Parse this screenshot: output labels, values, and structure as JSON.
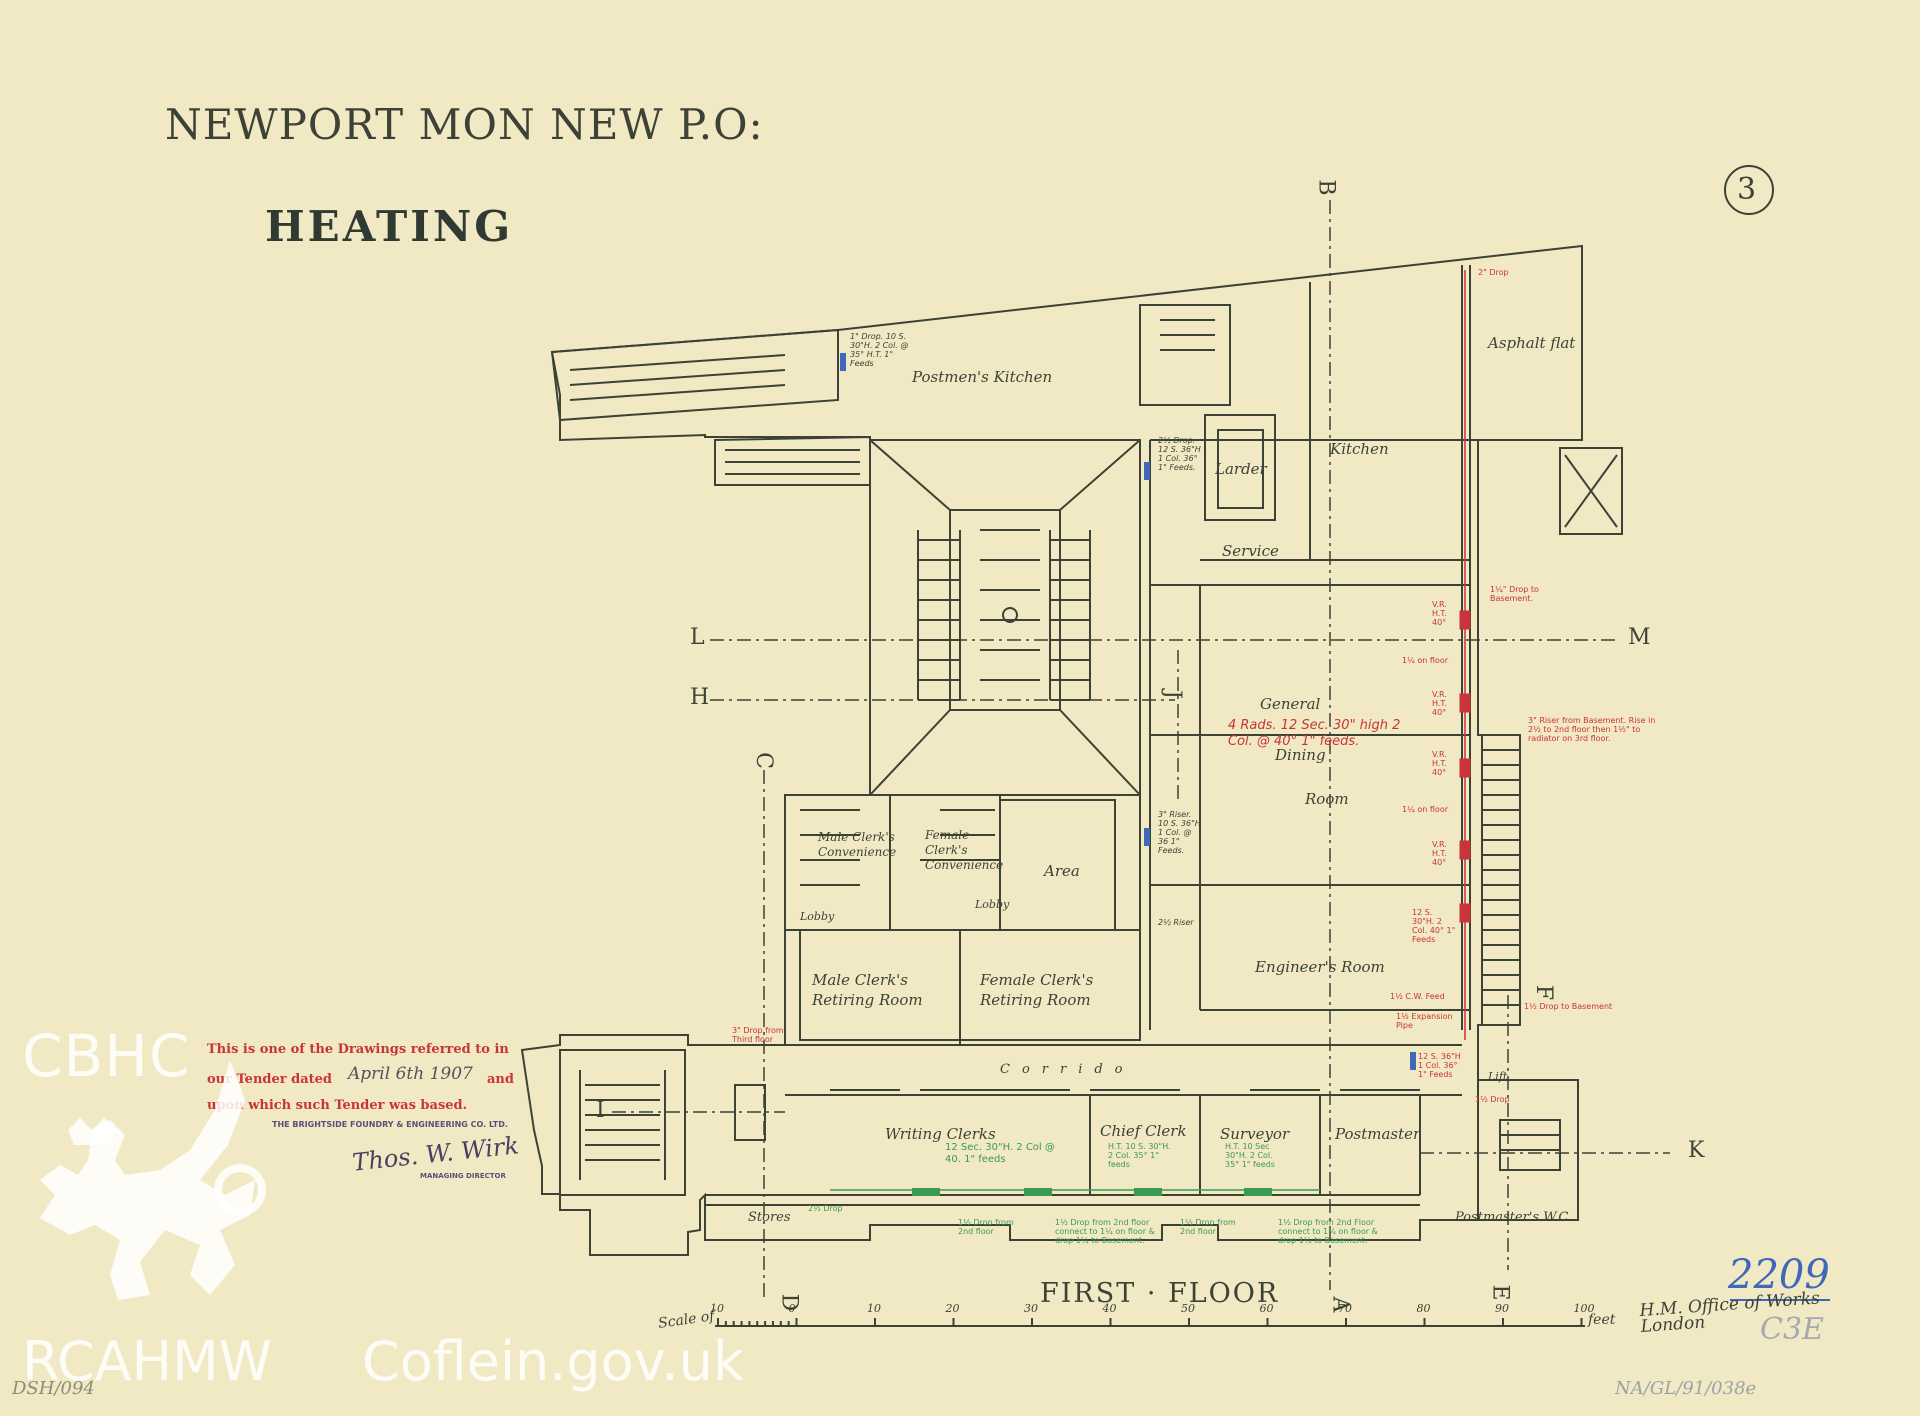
{
  "header": {
    "project": "NEWPORT MON NEW P.O:",
    "title": "HEATING",
    "sheet_number": "3"
  },
  "sections": {
    "B": "B",
    "L": "L",
    "M": "M",
    "H": "H",
    "J": "J",
    "C": "C",
    "I": "I",
    "K": "K",
    "F": "F",
    "D": "D",
    "A": "A",
    "E": "E"
  },
  "floor_label": "FIRST · FLOOR",
  "scale": {
    "label": "Scale of",
    "unit": "feet",
    "ticks": [
      "10",
      "0",
      "10",
      "20",
      "30",
      "40",
      "50",
      "60",
      "70",
      "80",
      "90",
      "100"
    ]
  },
  "office": "H.M. Office of Works London",
  "rooms": {
    "postmens_kitchen": "Postmen's Kitchen",
    "larder": "Larder",
    "kitchen": "Kitchen",
    "service": "Service",
    "asphalt_flat": "Asphalt flat",
    "general": "General",
    "dining": "Dining",
    "room": "Room",
    "engineers_room": "Engineer's Room",
    "male_clerks_conv": "Male Clerk's Convenience",
    "female_clerks_conv": "Female Clerk's Convenience",
    "area": "Area",
    "lobby": "Lobby",
    "lobby2": "Lobby",
    "male_clerks_retiring": "Male Clerk's Retiring Room",
    "female_clerks_retiring": "Female Clerk's Retiring Room",
    "corridor": "Corrido",
    "writing_clerks": "Writing Clerks",
    "chief_clerk": "Chief Clerk",
    "surveyor": "Surveyor",
    "postmaster": "Postmaster",
    "postmasters_wc": "Postmaster's W.C.",
    "stores": "Stores",
    "lift": "Lift"
  },
  "notes": {
    "dining_rads": "4 Rads. 12 Sec. 30\" high 2 Col. @ 40° 1\" feeds.",
    "postmens_rad": "1\" Drop. 10 S. 30\"H. 2 Col. @ 35° H.T. 1\" Feeds",
    "larder_rad": "2½ Drop. 12 S. 36\"H 1 Col. 36° 1\" Feeds.",
    "drop_basement": "1¼\" Drop to Basement.",
    "riser_basement": "3\" Riser from Basement. Rise in 2½ to 2nd floor then 1½\" to radiator on 3rd floor.",
    "vr_1": "V.R. H.T. 40°",
    "vr_2": "V.R. H.T. 40°",
    "vr_3": "V.R. H.T. 40°",
    "vr_4": "V.R. H.T. 40°",
    "on_floor_1": "1¼ on floor",
    "on_floor_2": "1¼ on floor",
    "eng_rad": "12 S. 30\"H. 2 Col. 40° 1\" Feeds",
    "cw_feed": "1½ C.W. Feed",
    "expansion": "1½ Expansion Pipe",
    "drop_basement2": "1½ Drop to Basement",
    "drop_2": "2\" Drop",
    "drop_third": "3\" Drop from Third floor",
    "lift_rad": "12 S. 36\"H 1 Col. 36° 1\" Feeds",
    "drop_15": "1½ Drop",
    "area_riser": "3\" Riser. 10 S. 36\"H 1 Col. @ 36 1\" Feeds.",
    "riser_25": "2½ Riser",
    "writing_rad": "12 Sec. 30\"H. 2 Col @ 40. 1\" feeds",
    "chief_rad": "H.T. 10 S. 30\"H. 2 Col. 35° 1\" feeds",
    "surveyor_rad": "H.T. 10 Sec 30\"H. 2 Col. 35° 1\" feeds",
    "drop_2nd_a": "1½ Drop from 2nd floor",
    "drop_2nd_b": "1½ Drop from 2nd floor connect to 1¼ on floor & drop 1¼ to Basement.",
    "drop_2nd_c": "1½ Drop from 2nd floor",
    "drop_2nd_d": "1½ Drop from 2nd Floor connect to 1¼ on floor & drop 1¼ to Basement.",
    "drop_25": "2½ Drop"
  },
  "tender": {
    "line1": "This is one of the Drawings referred to in",
    "line2a": "our Tender dated",
    "date": "April 6th 1907",
    "line2b": "and",
    "line3": "upon which such Tender was based.",
    "company": "THE BRIGHTSIDE FOUNDRY & ENGINEERING CO. LTD.",
    "signature": "Thos. W. Wirk",
    "role": "MANAGING DIRECTOR"
  },
  "annotations": {
    "ref_number": "2209",
    "catalogue": "NA/GL/91/038e",
    "code": "C3E",
    "pencil": "DSH/094"
  },
  "watermarks": {
    "top": "CBHC",
    "bottom": "RCAHMW",
    "site": "Coflein.gov.uk"
  },
  "colors": {
    "paper": "#f1e8c4",
    "ink": "#3d4236",
    "red_ink": "#c8343a",
    "green_ink": "#3a9a55",
    "blue_pencil": "#3f68b8",
    "watermark": "#ffffff"
  }
}
